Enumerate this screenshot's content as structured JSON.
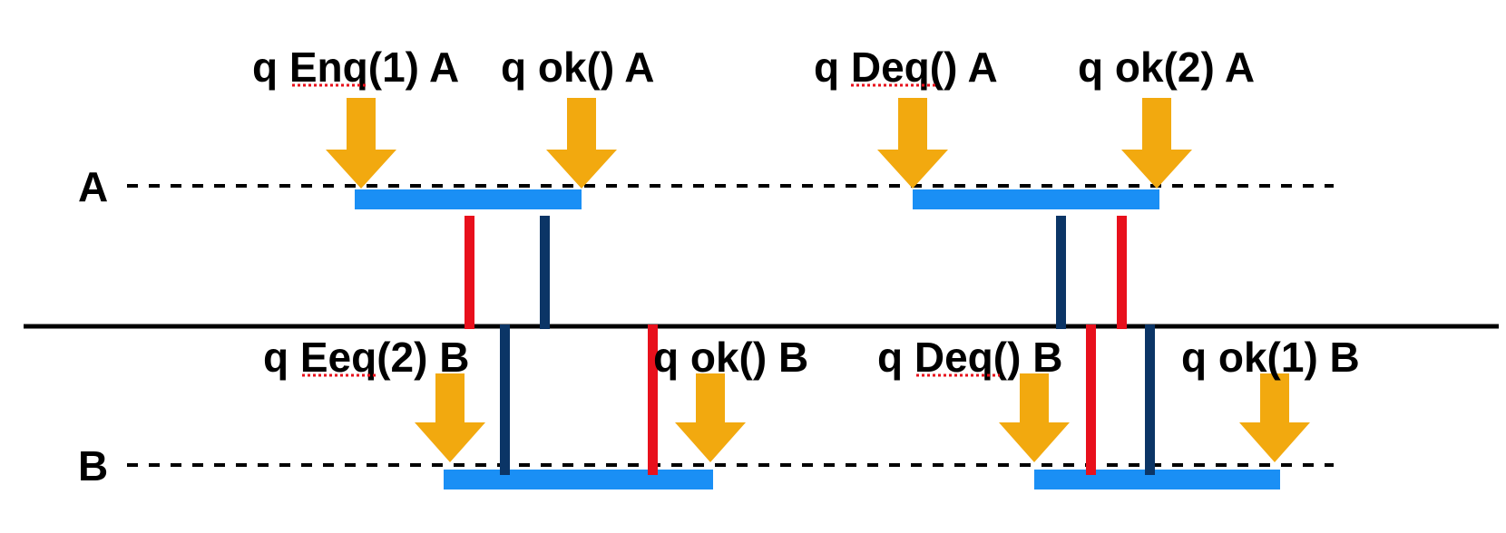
{
  "diagram": {
    "processes": [
      {
        "id": "A",
        "label": "A"
      },
      {
        "id": "B",
        "label": "B"
      }
    ],
    "operations": {
      "a_enq": {
        "label": "q Enq(1) A",
        "spellcheck_word": "Enq"
      },
      "a_ok_enq": {
        "label": "q ok() A"
      },
      "a_deq": {
        "label": "q Deq() A",
        "spellcheck_word": "Deq"
      },
      "a_ok_deq": {
        "label": "q ok(2) A"
      },
      "b_enq": {
        "label": "q Eeq(2) B",
        "spellcheck_word": "Eeq"
      },
      "b_ok_enq": {
        "label": "q ok() B"
      },
      "b_deq": {
        "label": "q Deq() B",
        "spellcheck_word": "Deq"
      },
      "b_ok_deq": {
        "label": "q ok(1) B"
      }
    },
    "colors": {
      "arrow": "#f2a90f",
      "interval": "#1a8ff5",
      "red_marker": "#e8101c",
      "navy_marker": "#0b3566",
      "timeline": "#000000",
      "spellcheck": "#e8101c"
    }
  }
}
